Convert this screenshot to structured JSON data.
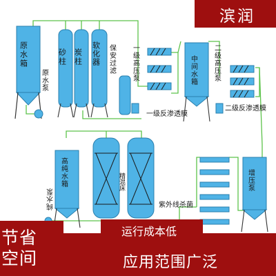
{
  "brand": {
    "text": "滨润"
  },
  "badges": {
    "left_line1": "节省",
    "left_line2": "空间",
    "mid": "运行成本低",
    "bottom": "应用范围广泛"
  },
  "equipment": {
    "raw_tank": "原水箱",
    "raw_pump": "原水泵",
    "sand_filter": "砂柱",
    "carbon_filter": "炭柱",
    "softener": "软化器",
    "security_filter": "保安过滤",
    "hp_pump_1": "一级高压泵",
    "ro_1": "一级反渗透膜",
    "mid_tank": "中间水箱",
    "hp_pump_2": "二级高压泵",
    "ro_2": "二级反渗透膜",
    "pure_tank": "高纯水箱",
    "pure_pump": "纯水泵",
    "polishing": "精混床",
    "uv": "紫外线杀菌",
    "booster_pump": "增压泵"
  },
  "colors": {
    "vessel": "#4fb3e6",
    "vessel_dark": "#3a97c9",
    "pipe": "#5cc24a",
    "stand": "#333333",
    "badge_bg": "#9e0f0f",
    "badge_text": "#ffffff"
  }
}
